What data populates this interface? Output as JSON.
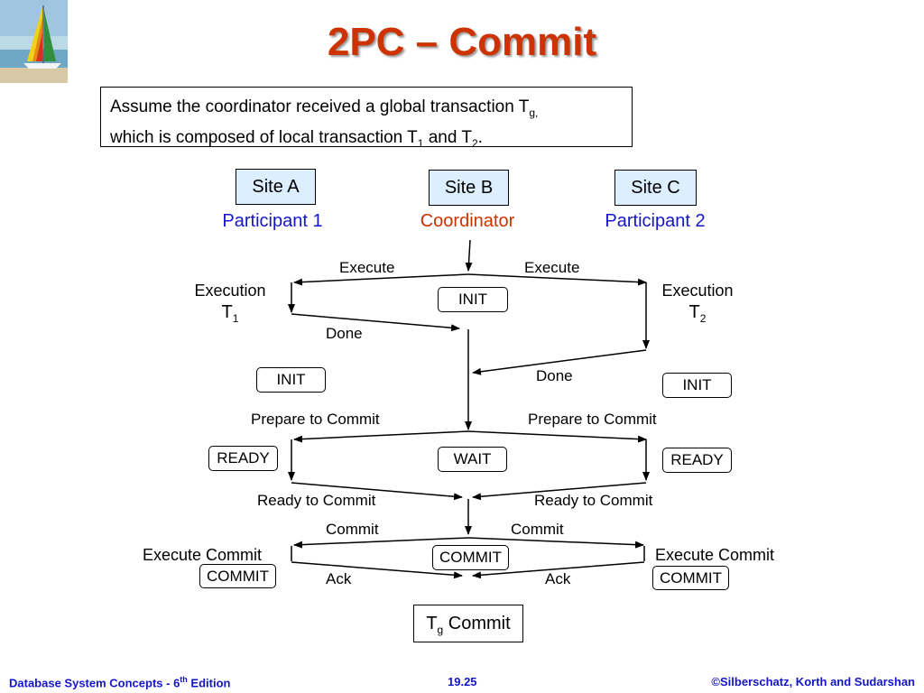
{
  "title": "2PC – Commit",
  "assumption": {
    "line1_pre": "Assume the coordinator received a global transaction T",
    "line1_sub": "g,",
    "line2_pre": "which is composed of local transaction T",
    "line2_sub1": "1",
    "line2_mid": " and T",
    "line2_sub2": "2",
    "line2_post": "."
  },
  "sites": [
    {
      "name": "Site A",
      "role": "Participant 1"
    },
    {
      "name": "Site B",
      "role": "Coordinator"
    },
    {
      "name": "Site C",
      "role": "Participant 2"
    }
  ],
  "execution_left": {
    "label": "Execution",
    "t": "T",
    "sub": "1"
  },
  "execution_right": {
    "label": "Execution",
    "t": "T",
    "sub": "2"
  },
  "messages": {
    "execute_left": "Execute",
    "execute_right": "Execute",
    "done_left": "Done",
    "done_right": "Done",
    "prepare_left": "Prepare to  Commit",
    "prepare_right": "Prepare to Commit",
    "ready_left": "Ready to Commit",
    "ready_right": "Ready to Commit",
    "commit_left": "Commit",
    "commit_right": "Commit",
    "ack_left": "Ack",
    "ack_right": "Ack",
    "execute_commit_left": "Execute Commit",
    "execute_commit_right": "Execute Commit"
  },
  "states": {
    "coord_init": "INIT",
    "a_init": "INIT",
    "c_init": "INIT",
    "a_ready": "READY",
    "coord_wait": "WAIT",
    "c_ready": "READY",
    "coord_commit": "COMMIT",
    "a_commit": "COMMIT",
    "c_commit": "COMMIT"
  },
  "tg_commit": {
    "t": "T",
    "sub": "g",
    "text": " Commit"
  },
  "footer": {
    "left_pre": "Database System Concepts - 6",
    "left_sup": "th",
    "left_post": " Edition",
    "center": "19.25",
    "right": "©Silberschatz, Korth and Sudarshan"
  },
  "colors": {
    "title": "#cc3300",
    "participant": "#1515c8",
    "coordinator": "#cc3300",
    "footer": "#1515c8"
  }
}
